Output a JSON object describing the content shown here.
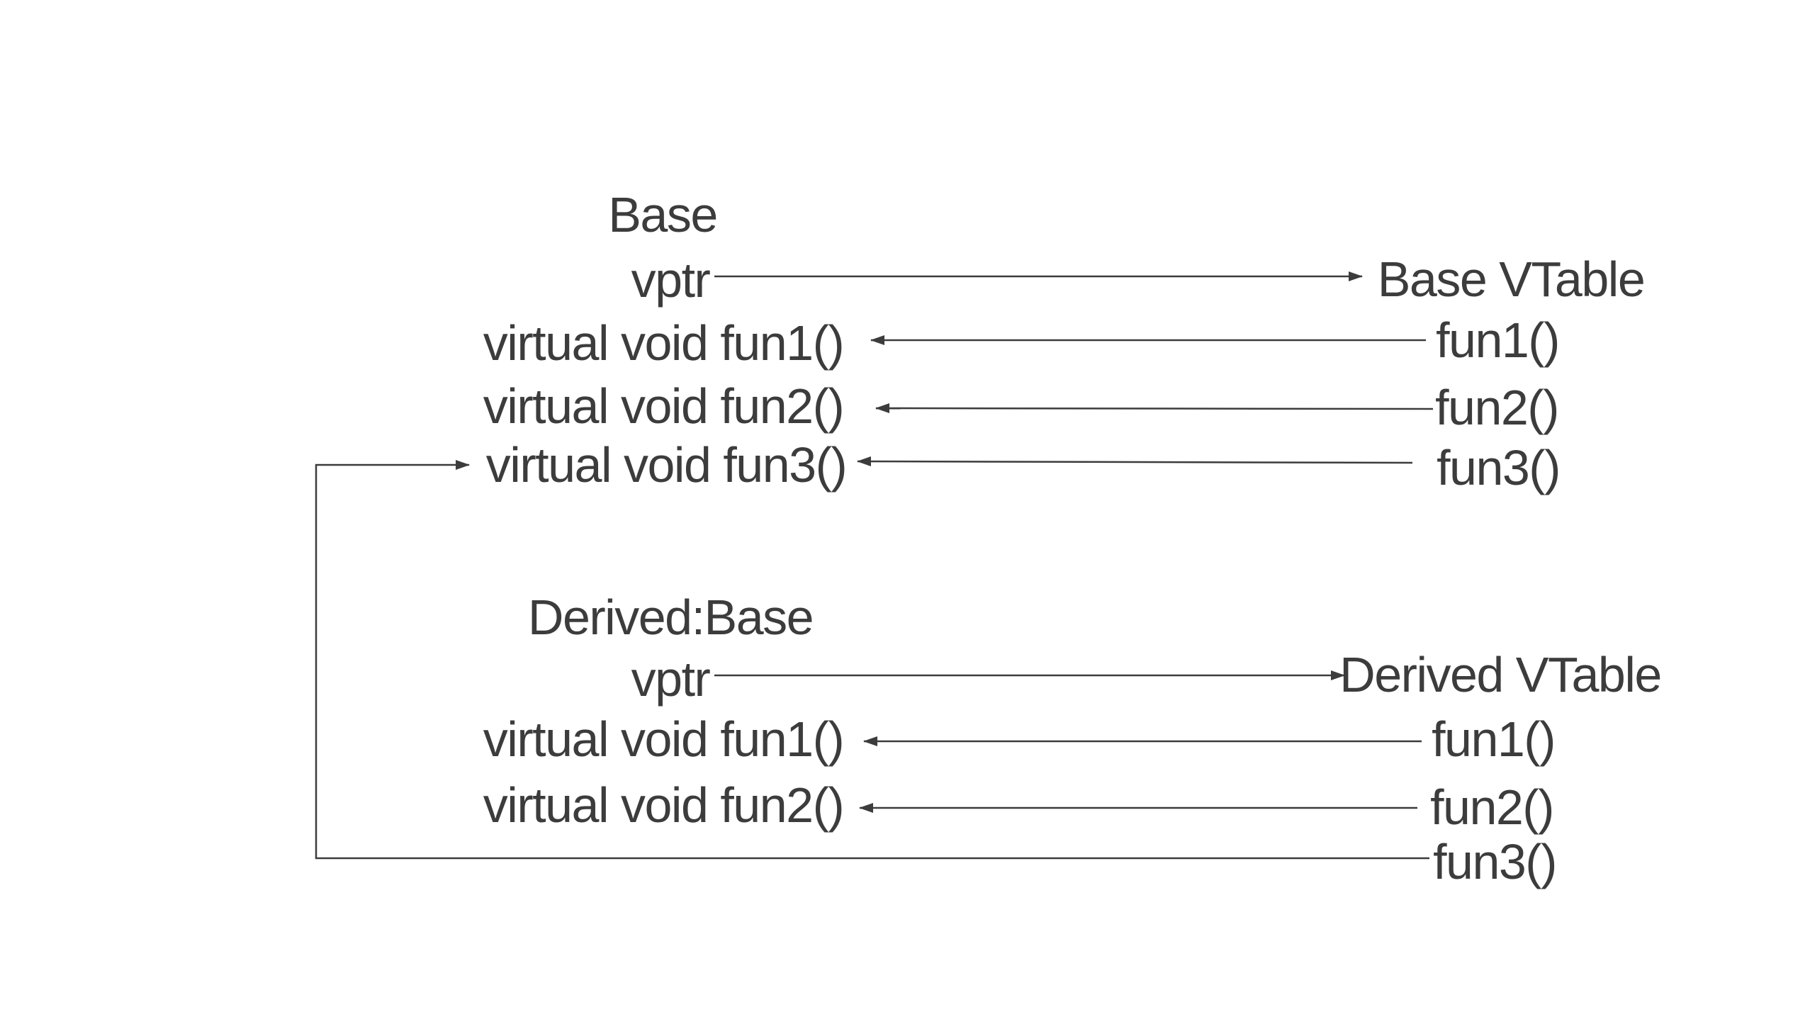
{
  "page": {
    "background_color": "#ffffff",
    "ink_color": "#3c3c3c"
  },
  "base_class": {
    "title": "Base",
    "vptr": "vptr",
    "fun1": "virtual void fun1()",
    "fun2": "virtual void fun2()",
    "fun3": "virtual void fun3()"
  },
  "base_vtable": {
    "title": "Base VTable",
    "fun1": "fun1()",
    "fun2": "fun2()",
    "fun3": "fun3()"
  },
  "derived_class": {
    "title": "Derived:Base",
    "vptr": "vptr",
    "fun1": "virtual void fun1()",
    "fun2": "virtual void fun2()"
  },
  "derived_vtable": {
    "title": "Derived VTable",
    "fun1": "fun1()",
    "fun2": "fun2()",
    "fun3": "fun3()"
  },
  "connections": [
    {
      "from": "Base vptr",
      "to": "Base VTable",
      "arrowhead": "right"
    },
    {
      "from": "Base VTable fun1()",
      "to": "Base virtual void fun1()",
      "arrowhead": "left"
    },
    {
      "from": "Base VTable fun2()",
      "to": "Base virtual void fun2()",
      "arrowhead": "left"
    },
    {
      "from": "Base VTable fun3()",
      "to": "Base virtual void fun3()",
      "arrowhead": "left"
    },
    {
      "from": "Derived vptr",
      "to": "Derived VTable",
      "arrowhead": "right"
    },
    {
      "from": "Derived VTable fun1()",
      "to": "Derived virtual void fun1()",
      "arrowhead": "left"
    },
    {
      "from": "Derived VTable fun2()",
      "to": "Derived virtual void fun2()",
      "arrowhead": "left"
    },
    {
      "from": "Derived VTable fun3()",
      "to": "Base virtual void fun3()",
      "arrowhead": "right",
      "shape": "elbow-left-up-right"
    }
  ]
}
